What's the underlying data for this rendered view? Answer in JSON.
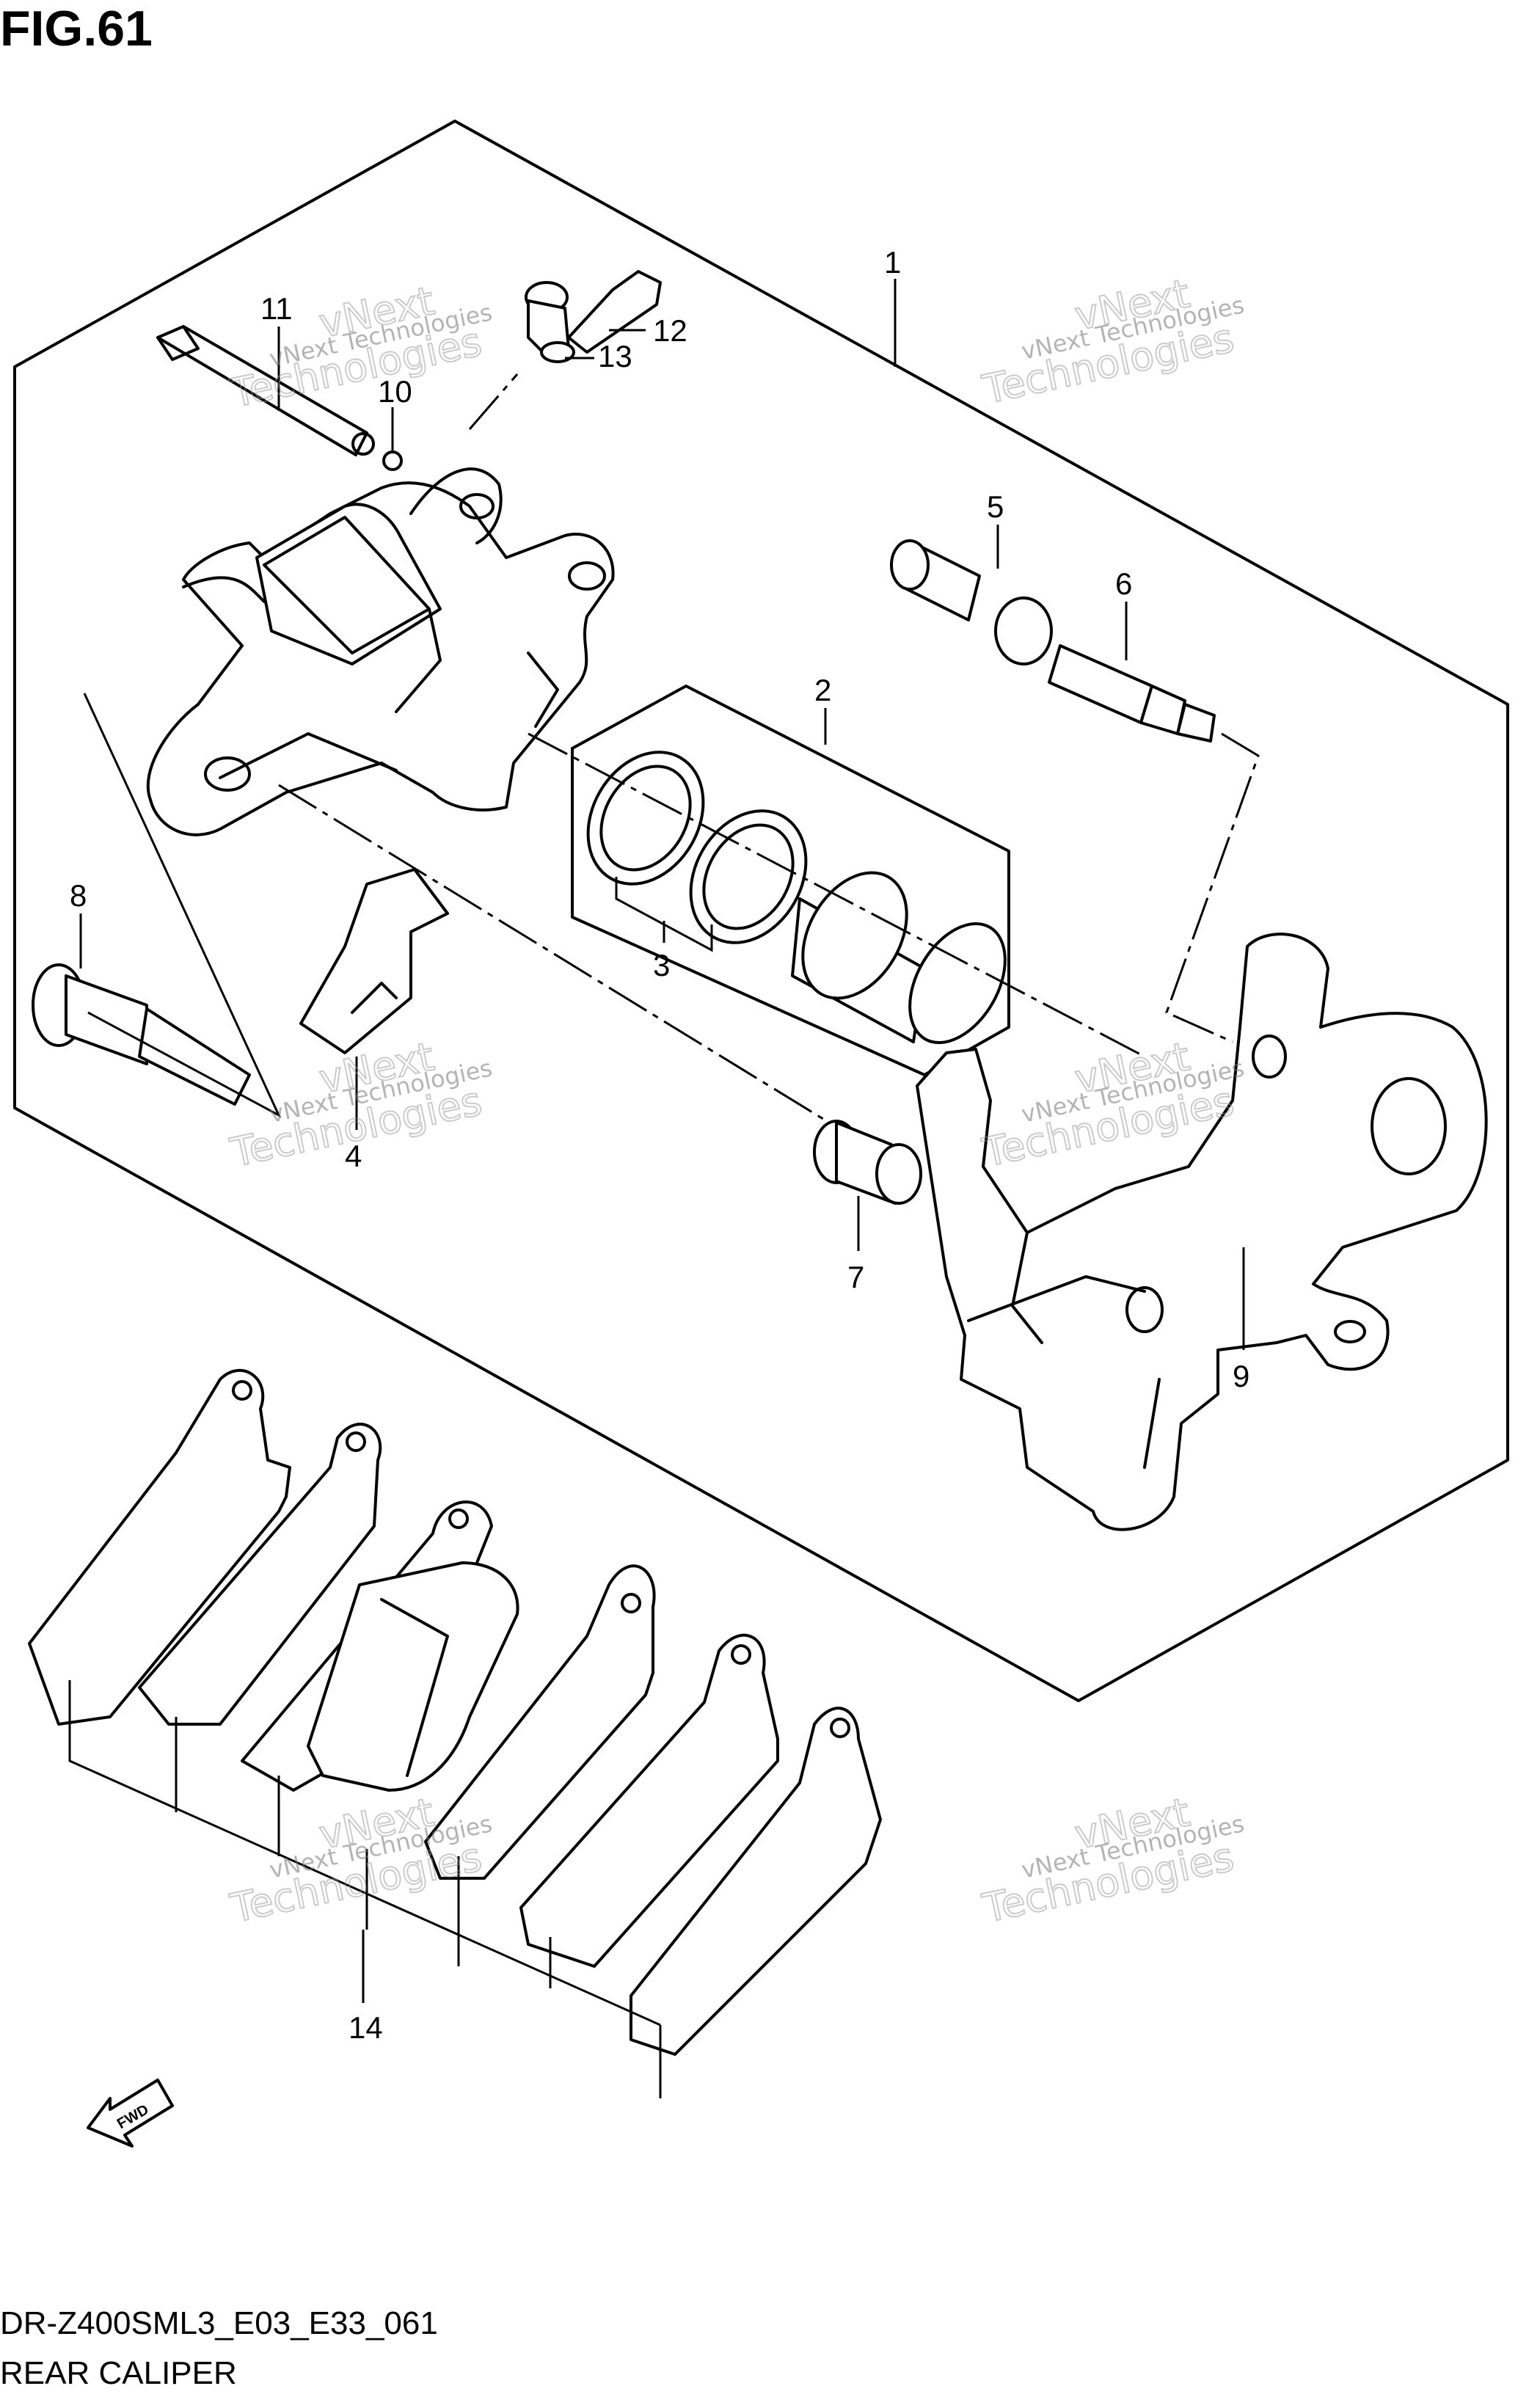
{
  "figure": {
    "title": "FIG.61",
    "code": "DR-Z400SML3_E03_E33_061",
    "name": "REAR CALIPER"
  },
  "callouts": [
    "1",
    "2",
    "3",
    "4",
    "5",
    "6",
    "7",
    "8",
    "9",
    "10",
    "11",
    "12",
    "13",
    "14"
  ],
  "fwd_arrow": {
    "label": "FWD"
  },
  "watermark": {
    "line1": "vNext Technologies",
    "line2": "Technologies",
    "line3": "vNext"
  }
}
